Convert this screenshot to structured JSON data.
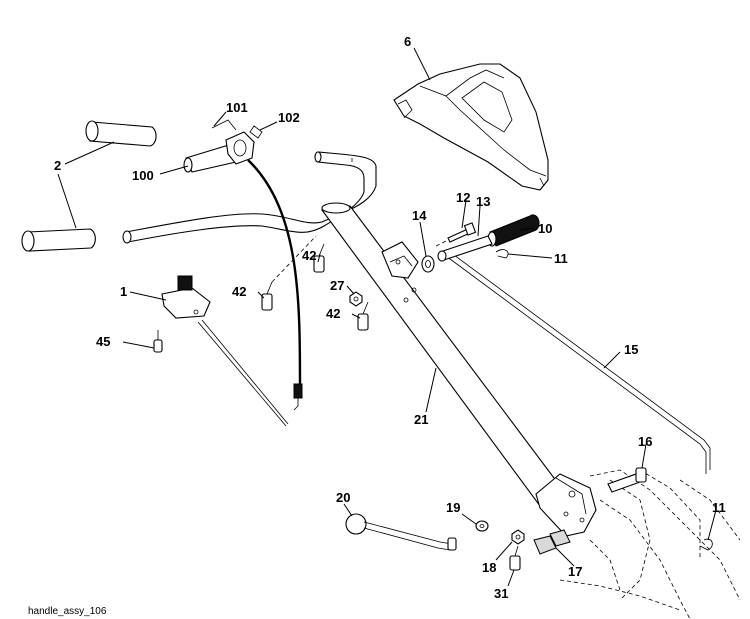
{
  "caption": "handle_assy_106",
  "callouts": {
    "p1": "1",
    "p2": "2",
    "p6": "6",
    "p10": "10",
    "p11a": "11",
    "p11b": "11",
    "p12": "12",
    "p13": "13",
    "p14": "14",
    "p15": "15",
    "p16": "16",
    "p17": "17",
    "p18": "18",
    "p19": "19",
    "p20": "20",
    "p21": "21",
    "p27": "27",
    "p31": "31",
    "p42a": "42",
    "p42b": "42",
    "p42c": "42",
    "p45": "45",
    "p100": "100",
    "p101": "101",
    "p102": "102"
  }
}
